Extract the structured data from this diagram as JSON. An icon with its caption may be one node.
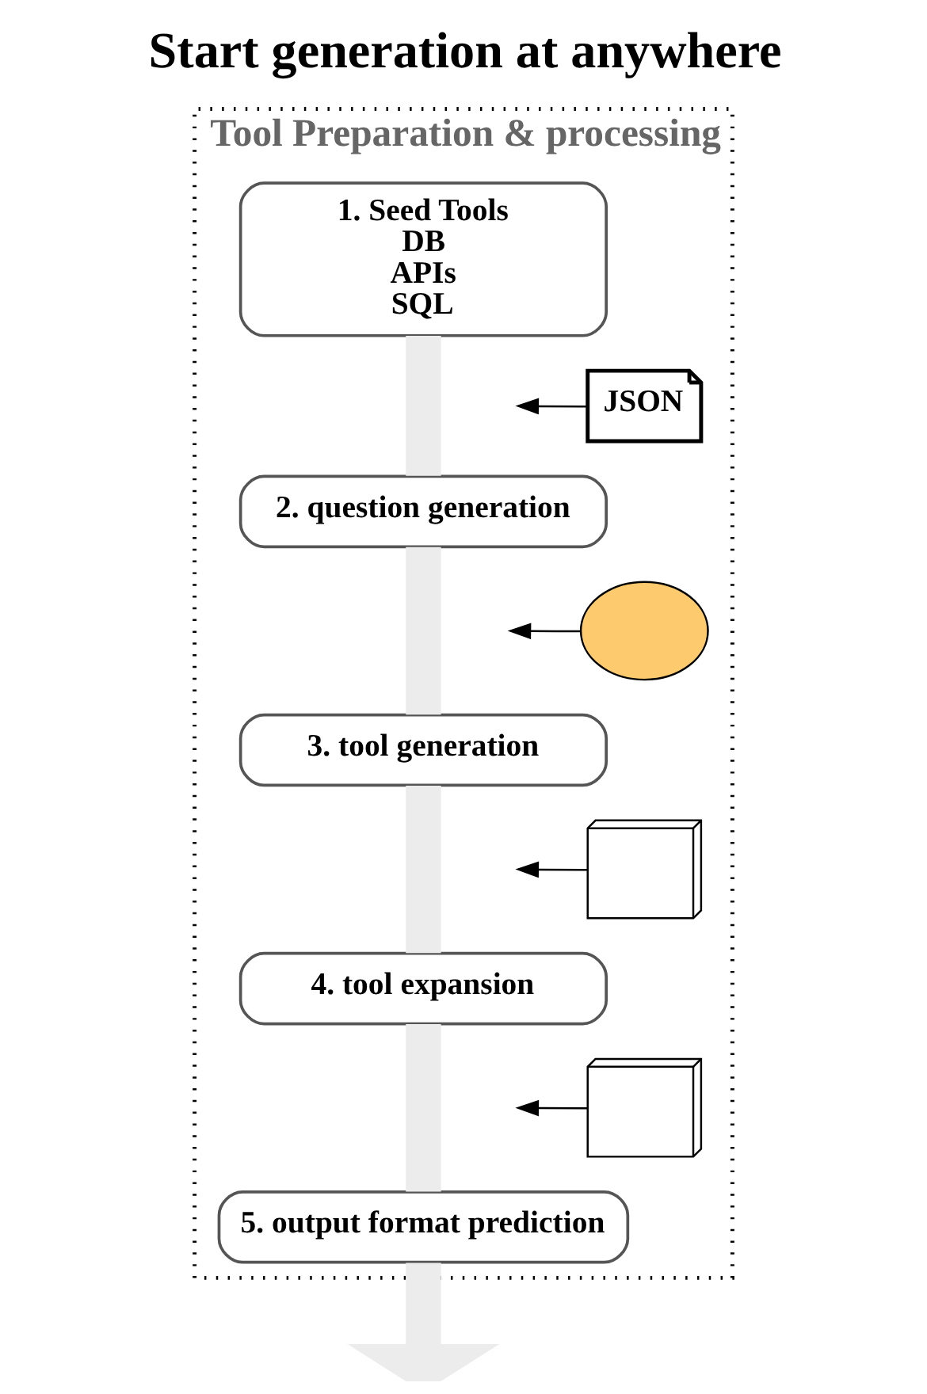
{
  "diagram": {
    "title": "Start generation at anywhere",
    "nodes": [
      {
        "text": [
          "Tool Preparation & processing"
        ]
      },
      {
        "text": [
          "1. Seed Tools",
          "DB",
          "APIs",
          "SQL"
        ],
        "in": 0
      },
      {
        "text": [
          "2. question generation"
        ],
        "in": 0
      },
      {
        "text": [
          "3. tool generation"
        ],
        "in": 0
      },
      {
        "text": [
          "4. tool expansion"
        ],
        "in": 0
      },
      {
        "text": [
          "5. output format prediction"
        ],
        "in": 0
      },
      {
        "text": [
          "JSON"
        ],
        "in": 0
      },
      {
        "text": [],
        "shape": "cloud",
        "in": 0
      },
      {
        "text": [],
        "shape": "picture",
        "in": 0
      },
      {
        "text": [],
        "shape": "picture",
        "in": 0
      }
    ],
    "edges": [
      {
        "from": 1,
        "to": 2,
        "arrow": "none",
        "color": "#ececec"
      },
      {
        "from": 2,
        "to": 3,
        "arrow": "none",
        "color": "#ececec"
      },
      {
        "from": 3,
        "to": 4,
        "arrow": "none",
        "color": "#ececec"
      },
      {
        "from": 4,
        "to": 5,
        "arrow": "none",
        "color": "#ececec"
      },
      {
        "from": 5,
        "to": null,
        "arrow": "to",
        "color": "#ececec"
      },
      {
        "from": 6,
        "to": null,
        "arrow": "to",
        "color": "#000000"
      },
      {
        "from": 7,
        "to": null,
        "arrow": "to",
        "color": "#000000"
      },
      {
        "from": 8,
        "to": null,
        "arrow": "to",
        "color": "#000000"
      },
      {
        "from": 9,
        "to": null,
        "arrow": "to",
        "color": "#000000"
      }
    ]
  }
}
